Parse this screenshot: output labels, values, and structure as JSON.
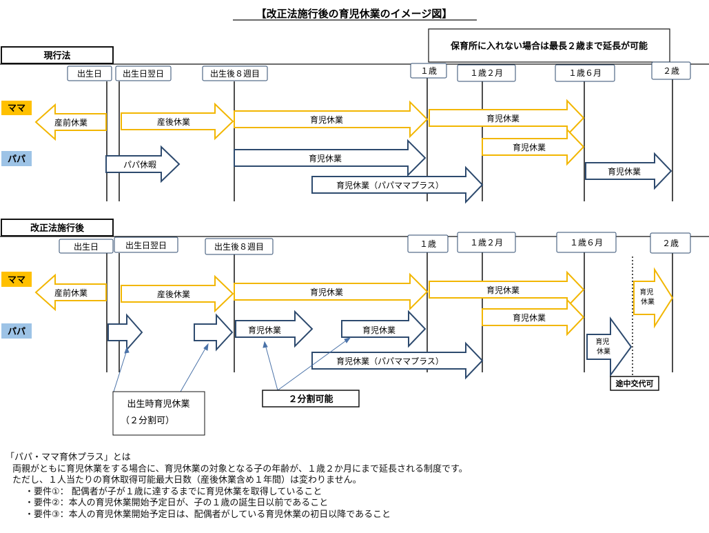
{
  "title": "【改正法施行後の育児休業のイメージ図】",
  "extension_note": "保育所に入れない場合は最長２歳まで延長が可能",
  "colors": {
    "mama": "#f2b600",
    "papa": "#2d4a6e",
    "mama_label_bg": "#ffc000",
    "papa_label_bg": "#9dc3e6"
  },
  "current": {
    "section_label": "現行法",
    "milestones": [
      "出生日",
      "出生日翌日",
      "出生後８週目",
      "１歳",
      "１歳２月",
      "１歳６月",
      "２歳"
    ],
    "mama_label": "ママ",
    "papa_label": "パパ",
    "mama_arrows": [
      "産前休業",
      "産後休業",
      "育児休業",
      "育児休業",
      "育児休業"
    ],
    "papa_arrows": [
      "パパ休暇",
      "育児休業",
      "育児休業（パパママプラス）",
      "育児休業"
    ]
  },
  "revised": {
    "section_label": "改正法施行後",
    "milestones": [
      "出生日",
      "出生日翌日",
      "出生後８週目",
      "１歳",
      "１歳２月",
      "１歳６月",
      "２歳"
    ],
    "mama_label": "ママ",
    "papa_label": "パパ",
    "mama_arrows": [
      "産前休業",
      "産後休業",
      "育児休業",
      "育児休業",
      "育児休業",
      "育児休業"
    ],
    "papa_arrows": [
      "育児休業",
      "育児休業",
      "育児休業（パパママプラス）",
      "育児休業"
    ],
    "callout_birth": [
      "出生時育児休業",
      "（２分割可）"
    ],
    "callout_split": "２分割可能",
    "switch_label": "途中交代可"
  },
  "notes": {
    "heading": "「パパ・ママ育休プラス」とは",
    "line1": "両親がともに育児休業をする場合に、育児休業の対象となる子の年齢が、１歳２か月にまで延長される制度です。",
    "line2": "ただし、１人当たりの育休取得可能最大日数（産後休業含め１年間）は変わりません。",
    "req1": "・要件①： 配偶者が子が１歳に達するまでに育児休業を取得していること",
    "req2": "・要件②：本人の育児休業開始予定日が、子の１歳の誕生日以前であること",
    "req3": "・要件③：本人の育児休業開始予定日は、配偶者がしている育児休業の初日以降であること"
  }
}
